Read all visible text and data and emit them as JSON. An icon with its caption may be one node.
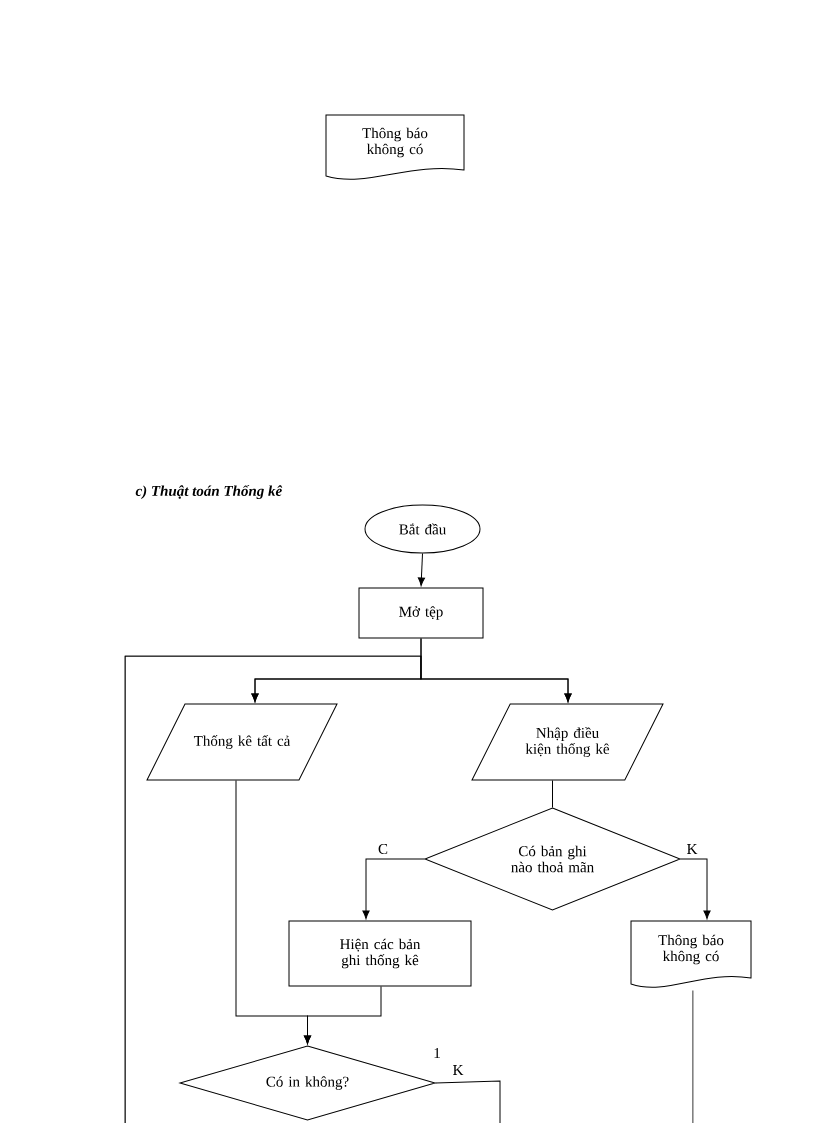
{
  "diagram": {
    "title": "c) Thuật toán Thống kê",
    "nodes": [
      {
        "text": [
          "Thông báo không có"
        ]
      },
      {
        "text": [
          "Bắt đầu"
        ]
      },
      {
        "text": [
          "Mở tệp"
        ]
      },
      {
        "text": [
          "Thống kê tất cả"
        ]
      },
      {
        "text": [
          "Nhập điều kiện thống kê"
        ]
      },
      {
        "text": [
          "Có bản ghi nào thoả mãn"
        ]
      },
      {
        "text": [
          "Hiện các bản ghi thống kê"
        ]
      },
      {
        "text": [
          "Thông báo không có"
        ]
      },
      {
        "text": [
          "Có in không?"
        ]
      }
    ],
    "edges": [
      {
        "from": 1,
        "to": 2,
        "arrow": "to"
      },
      {
        "from": 2,
        "to": 3,
        "arrow": "to"
      },
      {
        "from": 2,
        "to": 4,
        "arrow": "to"
      },
      {
        "from": null,
        "to": 3,
        "arrow": "to"
      },
      {
        "from": null,
        "to": 4,
        "arrow": "to"
      },
      {
        "from": 4,
        "to": 5,
        "arrow": "none"
      },
      {
        "from": 5,
        "to": 6,
        "arrow": "to",
        "label": "C"
      },
      {
        "from": 5,
        "to": 7,
        "arrow": "to",
        "label": "K"
      },
      {
        "from": 3,
        "to": 8,
        "arrow": "to"
      },
      {
        "from": 6,
        "to": 8,
        "arrow": "to"
      },
      {
        "from": 8,
        "to": null,
        "arrow": "none",
        "label": "K"
      },
      {
        "from": 7,
        "to": null,
        "arrow": "none"
      }
    ],
    "labels": [
      "1"
    ]
  }
}
